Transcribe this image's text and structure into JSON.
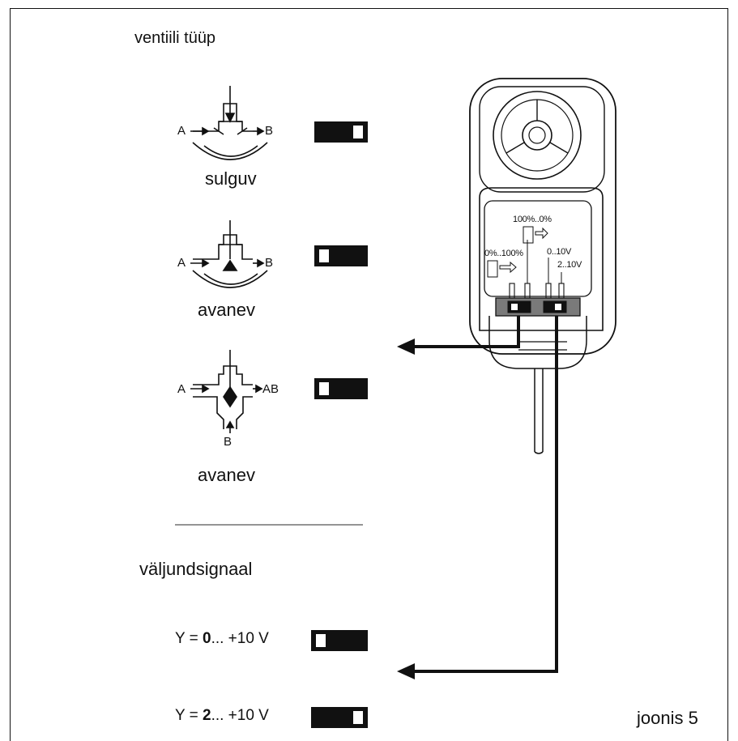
{
  "title": "ventiili  tüüp",
  "figure_label": "joonis 5",
  "valves": [
    {
      "caption": "sulguv",
      "port_in": "A",
      "port_out": "B",
      "switch": "right"
    },
    {
      "caption": "avanev",
      "port_in": "A",
      "port_out": "B",
      "switch": "left"
    },
    {
      "caption": "avanev",
      "port_in": "A",
      "port_out": "AB",
      "port_bottom": "B",
      "switch": "left"
    }
  ],
  "output_signal": {
    "heading": "väljundsignaal",
    "options": [
      {
        "prefix": "Y = ",
        "bold": "0",
        "suffix": "... +10 V",
        "switch": "left"
      },
      {
        "prefix": "Y = ",
        "bold": "2",
        "suffix": "... +10 V",
        "switch": "right"
      }
    ]
  },
  "device": {
    "label_100_0": "100%..0%",
    "label_0_100": "0%..100%",
    "label_0_10v": "0..10V",
    "label_2_10v": "2..10V"
  }
}
